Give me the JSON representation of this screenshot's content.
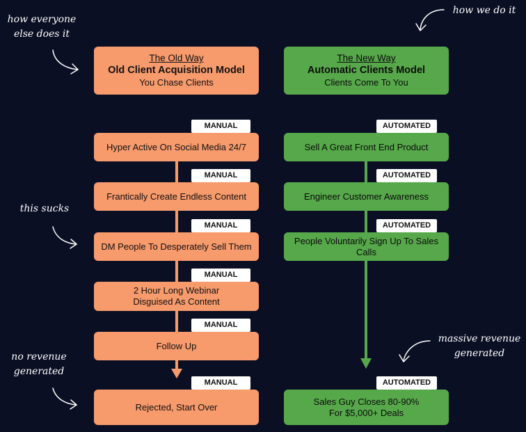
{
  "notes": {
    "how_everyone_line1": "how everyone",
    "how_everyone_line2": "else does it",
    "how_we_do_it": "how we do it",
    "this_sucks": "this sucks",
    "no_revenue_line1": "no revenue",
    "no_revenue_line2": "generated",
    "massive_line1": "massive revenue",
    "massive_line2": "generated"
  },
  "old_way": {
    "header": {
      "subtitle": "The Old Way",
      "title": "Old Client Acquisition Model",
      "caption": "You Chase Clients"
    },
    "steps": [
      {
        "tag": "MANUAL",
        "label": "Hyper Active On Social Media 24/7"
      },
      {
        "tag": "MANUAL",
        "label": "Frantically Create Endless Content"
      },
      {
        "tag": "MANUAL",
        "label": "DM People To Desperately Sell Them"
      },
      {
        "tag": "MANUAL",
        "label_line1": "2 Hour Long Webinar",
        "label_line2": "Disguised As Content"
      },
      {
        "tag": "MANUAL",
        "label": "Follow Up"
      }
    ],
    "final": {
      "tag": "MANUAL",
      "label": "Rejected, Start Over"
    }
  },
  "new_way": {
    "header": {
      "subtitle": "The New Way",
      "title": "Automatic Clients Model",
      "caption": "Clients Come To You"
    },
    "steps": [
      {
        "tag": "AUTOMATED",
        "label": "Sell A Great Front End Product"
      },
      {
        "tag": "AUTOMATED",
        "label": "Engineer Customer Awareness"
      },
      {
        "tag": "AUTOMATED",
        "label_line1": "People Voluntarily Sign Up To Sales",
        "label_line2": "Calls"
      }
    ],
    "final": {
      "tag": "AUTOMATED",
      "label_line1": "Sales Guy Closes 80-90%",
      "label_line2": "For $5,000+ Deals"
    }
  },
  "colors": {
    "background": "#0b0f24",
    "old_way": "#f79a6c",
    "new_way": "#56a84a",
    "tag": "#ffffff"
  }
}
